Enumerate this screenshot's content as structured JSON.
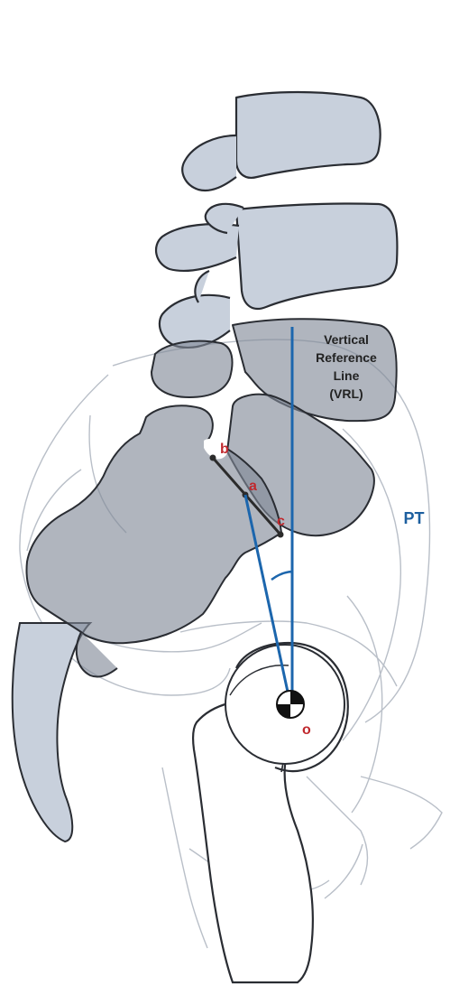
{
  "labels": {
    "vrl_line1": "Vertical",
    "vrl_line2": "Reference",
    "vrl_line3": "Line",
    "vrl_line4": "(VRL)",
    "pt": "PT",
    "point_a": "a",
    "point_b": "b",
    "point_c": "c",
    "point_o": "o"
  },
  "colors": {
    "bone_fill": "#c8d0dc",
    "bone_stroke": "#2a2d33",
    "shade_fill": "#7f8896",
    "line_blue": "#1c66ad",
    "pt_blue": "#1d5f9f",
    "label_red": "#c0282d",
    "endplate": "#2b2b2b"
  }
}
